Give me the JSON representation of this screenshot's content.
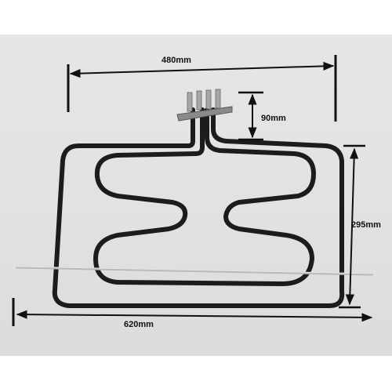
{
  "dimensions": {
    "top_width": "480mm",
    "terminal_height": "90mm",
    "side_height": "295mm",
    "bottom_width": "620mm"
  },
  "colors": {
    "background": "#e3e3e3",
    "element": "#1c1c1c",
    "rod": "#b9b9b9",
    "dimension_line": "#111111"
  }
}
